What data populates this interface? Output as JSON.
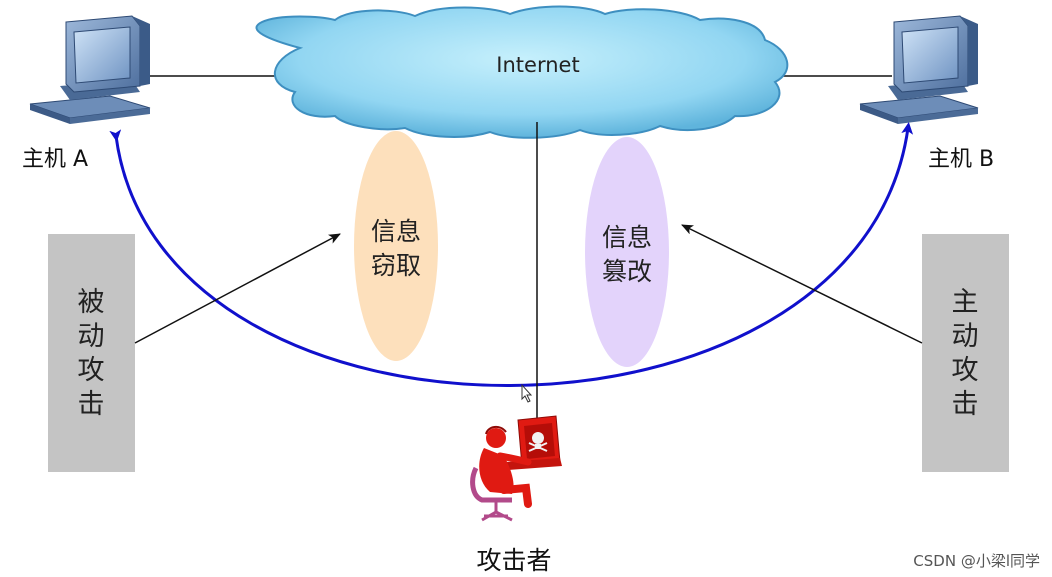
{
  "cloud": {
    "label": "Internet"
  },
  "host_a": {
    "label": "主机 A"
  },
  "host_b": {
    "label": "主机 B"
  },
  "ellipse_left": {
    "lines": [
      "信息",
      "窃取"
    ],
    "color": "#fde0bc"
  },
  "ellipse_right": {
    "lines": [
      "信息",
      "篡改"
    ],
    "color": "#e3d3fb"
  },
  "box_left": {
    "chars": [
      "被",
      "动",
      "攻",
      "击"
    ]
  },
  "box_right": {
    "chars": [
      "主",
      "动",
      "攻",
      "击"
    ]
  },
  "attacker": {
    "label": "攻击者"
  },
  "watermark": "CSDN @小梁l同学",
  "colors": {
    "arc": "#1010cc",
    "box": "#c4c4c4",
    "attacker": "#e01a12"
  }
}
